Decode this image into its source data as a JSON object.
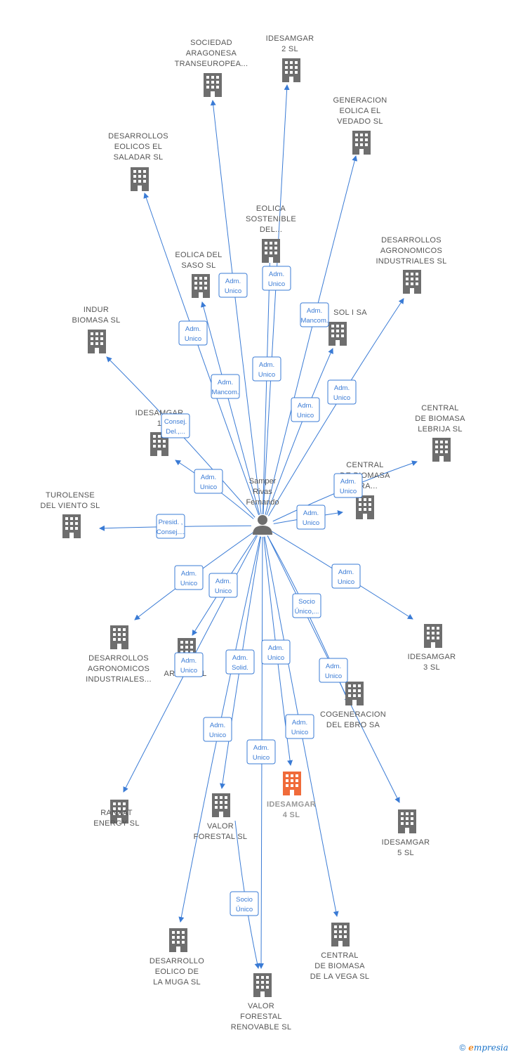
{
  "person": {
    "lines": [
      "Samper",
      "Rivas",
      "Fernando"
    ],
    "icon": "person-icon"
  },
  "colors": {
    "edge": "#3a7bd5",
    "building": "#6e6e6e",
    "focus_building": "#f06b3a",
    "label": "#555555"
  },
  "companies": [
    {
      "id": "sociedad-aragonesa",
      "lines": [
        "SOCIEDAD",
        "ARAGONESA",
        "TRANSEUROPEA..."
      ],
      "focus": false
    },
    {
      "id": "idesamgar-2",
      "lines": [
        "IDESAMGAR",
        "2 SL"
      ],
      "focus": false
    },
    {
      "id": "generacion-eolica",
      "lines": [
        "GENERACION",
        "EOLICA EL",
        "VEDADO SL"
      ],
      "focus": false
    },
    {
      "id": "desarrollos-eolicos",
      "lines": [
        "DESARROLLOS",
        "EOLICOS EL",
        "SALADAR SL"
      ],
      "focus": false
    },
    {
      "id": "eolica-sostenible",
      "lines": [
        "EOLICA",
        "SOSTENIBLE",
        "DEL..."
      ],
      "focus": false
    },
    {
      "id": "desarrollos-agronomicos-1",
      "lines": [
        "DESARROLLOS",
        "AGRONOMICOS",
        "INDUSTRIALES SL"
      ],
      "focus": false
    },
    {
      "id": "eolica-saso",
      "lines": [
        "EOLICA DEL",
        "SASO SL"
      ],
      "focus": false
    },
    {
      "id": "sol-i-sa",
      "lines": [
        "SOL I SA"
      ],
      "focus": false
    },
    {
      "id": "indur-biomasa",
      "lines": [
        "INDUR",
        "BIOMASA SL"
      ],
      "focus": false
    },
    {
      "id": "idesamgar-1",
      "lines": [
        "IDESAMGAR",
        "1"
      ],
      "focus": false
    },
    {
      "id": "central-lebrija",
      "lines": [
        "CENTRAL",
        "DE BIOMASA",
        "LEBRIJA SL"
      ],
      "focus": false
    },
    {
      "id": "central-biomasa-2",
      "lines": [
        "CENTRAL",
        "DE BIOMASA",
        "...RA..."
      ],
      "focus": false
    },
    {
      "id": "turolense",
      "lines": [
        "TUROLENSE",
        "DEL VIENTO SL"
      ],
      "focus": false
    },
    {
      "id": "desarrollos-agronomicos-2",
      "lines": [
        "DESARROLLOS",
        "AGRONOMICOS",
        "INDUSTRIALES..."
      ],
      "focus": false
    },
    {
      "id": "argo",
      "lines": [
        "ARGO... SL"
      ],
      "focus": false
    },
    {
      "id": "idesamgar-3",
      "lines": [
        "IDESAMGAR",
        "3 SL"
      ],
      "focus": false
    },
    {
      "id": "cogeneracion-ebro",
      "lines": [
        "COGENERACION",
        "DEL EBRO SA"
      ],
      "focus": false
    },
    {
      "id": "ranxat",
      "lines": [
        "RANXAT",
        "ENERGY SL"
      ],
      "focus": false
    },
    {
      "id": "valor-forestal",
      "lines": [
        "VALOR",
        "FORESTAL SL"
      ],
      "focus": false
    },
    {
      "id": "idesamgar-4",
      "lines": [
        "IDESAMGAR",
        "4 SL"
      ],
      "focus": true
    },
    {
      "id": "idesamgar-5",
      "lines": [
        "IDESAMGAR",
        "5 SL"
      ],
      "focus": false
    },
    {
      "id": "desarrollo-muga",
      "lines": [
        "DESARROLLO",
        "EOLICO DE",
        "LA MUGA SL"
      ],
      "focus": false
    },
    {
      "id": "central-vega",
      "lines": [
        "CENTRAL",
        "DE BIOMASA",
        "DE LA VEGA SL"
      ],
      "focus": false
    },
    {
      "id": "valor-forestal-renovable",
      "lines": [
        "VALOR",
        "FORESTAL",
        "RENOVABLE SL"
      ],
      "focus": false
    }
  ],
  "relations": [
    {
      "to": "sociedad-aragonesa",
      "lines": [
        "Adm.",
        "Unico"
      ]
    },
    {
      "to": "idesamgar-2",
      "lines": [
        "Adm.",
        "Unico"
      ]
    },
    {
      "to": "generacion-eolica",
      "lines": [
        "Adm.",
        "Mancom."
      ]
    },
    {
      "to": "desarrollos-eolicos",
      "lines": [
        "Adm.",
        "Unico"
      ]
    },
    {
      "to": "eolica-sostenible",
      "lines": [
        "Adm.",
        "Unico"
      ]
    },
    {
      "to": "desarrollos-agronomicos-1",
      "lines": [
        "Adm.",
        "Unico"
      ]
    },
    {
      "to": "eolica-saso",
      "lines": [
        "Adm.",
        "Mancom."
      ]
    },
    {
      "to": "sol-i-sa",
      "lines": [
        "Adm.",
        "Unico"
      ]
    },
    {
      "to": "indur-biomasa",
      "lines": [
        "Consej.",
        "Del.,..."
      ]
    },
    {
      "to": "idesamgar-1",
      "lines": [
        "Adm.",
        "Unico"
      ]
    },
    {
      "to": "central-lebrija",
      "lines": [
        "Adm.",
        "Unico"
      ]
    },
    {
      "to": "central-biomasa-2",
      "lines": [
        "Adm.",
        "Unico"
      ]
    },
    {
      "to": "turolense",
      "lines": [
        "Presid. ,",
        "Consej...."
      ]
    },
    {
      "to": "desarrollos-agronomicos-2",
      "lines": [
        "Adm.",
        "Unico"
      ]
    },
    {
      "to": "argo",
      "lines": [
        "Adm.",
        "Unico"
      ]
    },
    {
      "to": "idesamgar-3",
      "lines": [
        "Adm.",
        "Unico"
      ]
    },
    {
      "to": "cogeneracion-ebro",
      "lines": [
        "Socio",
        "Único,..."
      ]
    },
    {
      "to": "ranxat",
      "lines": [
        "Adm.",
        "Unico"
      ]
    },
    {
      "to": "valor-forestal",
      "lines": [
        "Adm.",
        "Solid."
      ]
    },
    {
      "to": "idesamgar-4",
      "lines": [
        "Adm.",
        "Unico"
      ]
    },
    {
      "to": "idesamgar-5",
      "lines": [
        "Adm.",
        "Unico"
      ]
    },
    {
      "to": "desarrollo-muga",
      "lines": [
        "Adm.",
        "Unico"
      ]
    },
    {
      "to": "central-vega",
      "lines": [
        "Adm.",
        "Unico"
      ]
    },
    {
      "to": "valor-forestal-renovable",
      "lines": [
        "Adm.",
        "Unico"
      ]
    },
    {
      "from": "valor-forestal",
      "to": "valor-forestal-renovable",
      "lines": [
        "Socio",
        "Único"
      ]
    }
  ],
  "footer": {
    "copyright": "©",
    "brand_initial": "e",
    "brand_rest": "mpresia"
  }
}
